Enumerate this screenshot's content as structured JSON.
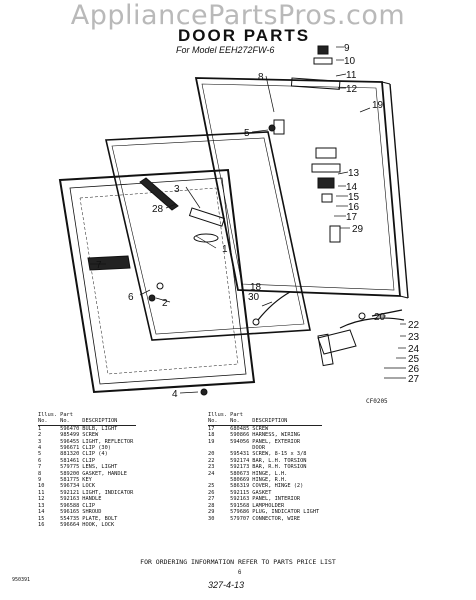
{
  "watermark": "AppliancePartsPros.com",
  "title": "DOOR PARTS",
  "subtitle": "For Model EEH272FW-6",
  "figure_code": "CF0205",
  "callouts": [
    "1",
    "2",
    "3",
    "4",
    "5",
    "6",
    "7",
    "8",
    "9",
    "10",
    "11",
    "12",
    "13",
    "14",
    "15",
    "16",
    "17",
    "18",
    "19",
    "20",
    "22",
    "23",
    "24",
    "25",
    "26",
    "27",
    "28",
    "29",
    "30"
  ],
  "table_headers": {
    "no_top": "Illus.",
    "no_bottom": "No.",
    "part_top": "Part",
    "part_bottom": "No.",
    "description": "DESCRIPTION"
  },
  "parts_left": [
    {
      "no": "1",
      "part": "596470",
      "desc": "BULB, LIGHT"
    },
    {
      "no": "2",
      "part": "985499",
      "desc": "SCREW"
    },
    {
      "no": "3",
      "part": "596455",
      "desc": "LIGHT, REFLECTOR"
    },
    {
      "no": "4",
      "part": "596671",
      "desc": "CLIP (30)"
    },
    {
      "no": "5",
      "part": "881320",
      "desc": "CLIP (4)"
    },
    {
      "no": "6",
      "part": "581461",
      "desc": "CLIP"
    },
    {
      "no": "7",
      "part": "579775",
      "desc": "LENS, LIGHT"
    },
    {
      "no": "8",
      "part": "589200",
      "desc": "GASKET, HANDLE"
    },
    {
      "no": "9",
      "part": "581775",
      "desc": "KEY"
    },
    {
      "no": "10",
      "part": "596734",
      "desc": "LOCK"
    },
    {
      "no": "11",
      "part": "592121",
      "desc": "LIGHT, INDICATOR"
    },
    {
      "no": "12",
      "part": "592163",
      "desc": "HANDLE"
    },
    {
      "no": "13",
      "part": "596588",
      "desc": "CLIP"
    },
    {
      "no": "14",
      "part": "596165",
      "desc": "SHROUD"
    },
    {
      "no": "15",
      "part": "554735",
      "desc": "PLATE, BOLT"
    },
    {
      "no": "16",
      "part": "596664",
      "desc": "HOOK, LOCK"
    }
  ],
  "parts_right": [
    {
      "no": "17",
      "part": "680485",
      "desc": "SCREW"
    },
    {
      "no": "18",
      "part": "590866",
      "desc": "HARNESS, WIRING"
    },
    {
      "no": "19",
      "part": "594056",
      "desc": "PANEL, EXTERIOR"
    },
    {
      "no": "",
      "part": "",
      "desc": "DOOR"
    },
    {
      "no": "20",
      "part": "595431",
      "desc": "SCREW, 8-15 x 3/8"
    },
    {
      "no": "22",
      "part": "592174",
      "desc": "BAR, L.H. TORSION"
    },
    {
      "no": "23",
      "part": "592173",
      "desc": "BAR, R.H. TORSION"
    },
    {
      "no": "24",
      "part": "580673",
      "desc": "HINGE, L.H."
    },
    {
      "no": "",
      "part": "580669",
      "desc": "HINGE, R.H."
    },
    {
      "no": "25",
      "part": "586319",
      "desc": "COVER, HINGE (2)"
    },
    {
      "no": "26",
      "part": "592115",
      "desc": "GASKET"
    },
    {
      "no": "27",
      "part": "592163",
      "desc": "PANEL, INTERIOR"
    },
    {
      "no": "28",
      "part": "591568",
      "desc": "LAMPHOLDER"
    },
    {
      "no": "29",
      "part": "579686",
      "desc": "PLUG, INDICATOR LIGHT"
    },
    {
      "no": "30",
      "part": "579707",
      "desc": "CONNECTOR, WIRE"
    }
  ],
  "order_note": "FOR ORDERING INFORMATION REFER TO PARTS PRICE LIST",
  "page_number": "6",
  "footer_left": "950391",
  "footer_handwritten": "327-4-13"
}
